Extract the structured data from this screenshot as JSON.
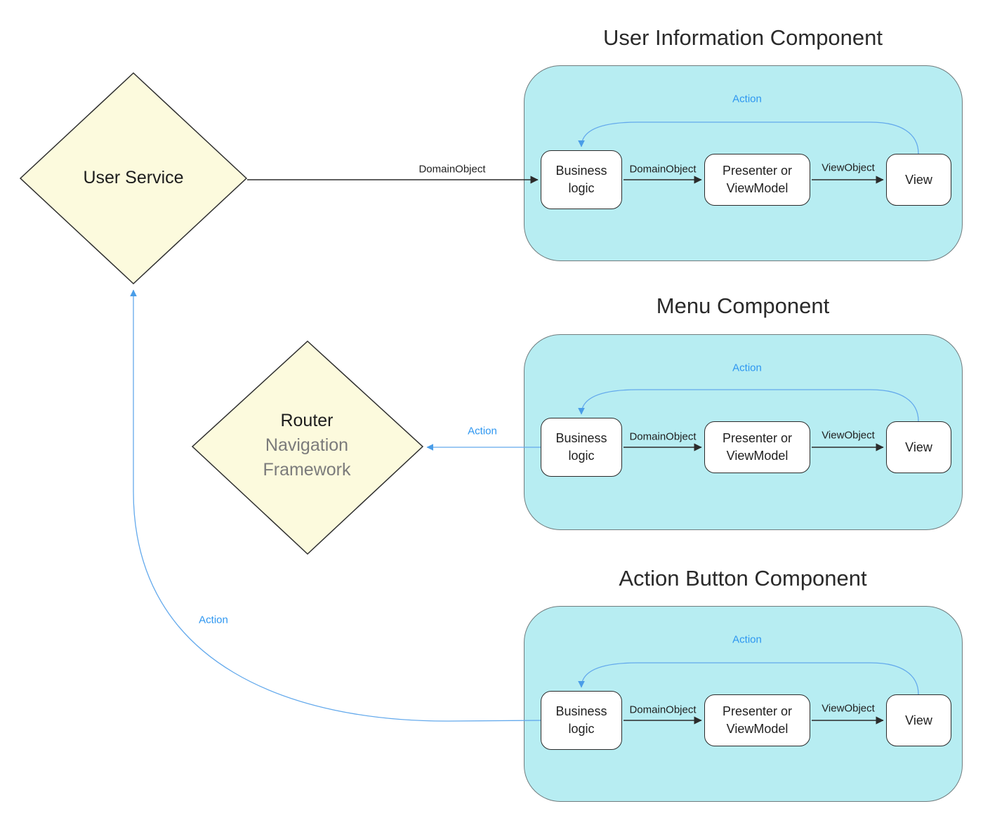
{
  "colors": {
    "container_fill": "#b7edf2",
    "container_border": "#707c7e",
    "box_border": "#2b2b2b",
    "node_fill": "#fcfadd",
    "node_border": "#2f2f2f",
    "ink": "#2b2b2b",
    "subtext": "#7b7b7b",
    "blue_line": "#63a9ec",
    "blue_head": "#4a9de8",
    "blue_text": "#2d96f0",
    "page_bg": "#ffffff"
  },
  "nodes": {
    "user_service": {
      "label": "User Service"
    },
    "router": {
      "label": "Router",
      "sublabel": "Navigation Framework"
    }
  },
  "edges": {
    "user_service_to_user_info": {
      "label": "DomainObject"
    },
    "menu_to_router": {
      "label": "Action"
    },
    "action_button_to_user_service": {
      "label": "Action"
    }
  },
  "components": [
    {
      "title": "User Information Component",
      "boxes": {
        "business_logic": "Business logic",
        "presenter": "Presenter or ViewModel",
        "view": "View"
      },
      "edge_labels": {
        "domain_object": "DomainObject",
        "view_object": "ViewObject",
        "action": "Action"
      }
    },
    {
      "title": "Menu Component",
      "boxes": {
        "business_logic": "Business logic",
        "presenter": "Presenter or ViewModel",
        "view": "View"
      },
      "edge_labels": {
        "domain_object": "DomainObject",
        "view_object": "ViewObject",
        "action": "Action"
      }
    },
    {
      "title": "Action Button Component",
      "boxes": {
        "business_logic": "Business logic",
        "presenter": "Presenter or ViewModel",
        "view": "View"
      },
      "edge_labels": {
        "domain_object": "DomainObject",
        "view_object": "ViewObject",
        "action": "Action"
      }
    }
  ]
}
